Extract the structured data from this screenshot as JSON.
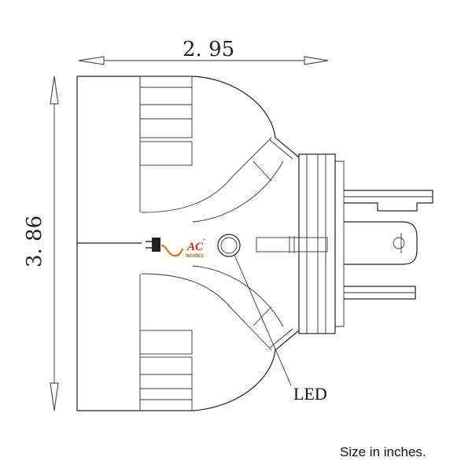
{
  "dimensions": {
    "width_label": "2. 95",
    "height_label": "3. 86"
  },
  "callout": {
    "led_label": "LED"
  },
  "logo": {
    "main": "AC",
    "tm": "™",
    "sub": "WORKS",
    "colors": {
      "main": "#d42b1e",
      "sub": "#c8641e",
      "cord": "#e07b1c"
    }
  },
  "caption": "Size in inches."
}
